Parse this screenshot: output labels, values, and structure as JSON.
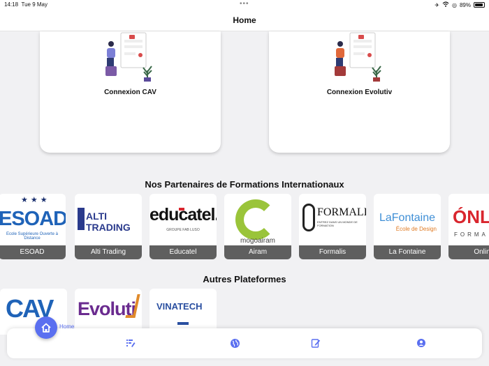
{
  "status": {
    "time": "14:18",
    "date": "Tue 9 May",
    "battery": "89%",
    "battery_level": 0.89
  },
  "nav": {
    "title": "Home"
  },
  "login_cards": [
    {
      "label": "Connexion CAV"
    },
    {
      "label": "Connexion Evolutiv"
    }
  ],
  "partners_title": "Nos Partenaires de Formations Internationaux",
  "partners": [
    {
      "name": "ESOAD",
      "logo_text": "ESOAD",
      "logo_sub": "Ecole Supérieure Ouverte à Distance"
    },
    {
      "name": "Alti Trading",
      "logo_text": "ALTI TRADING"
    },
    {
      "name": "Educatel",
      "logo_text": "educatel.",
      "logo_sub": "GROUPE FAB LUSO"
    },
    {
      "name": "Airam",
      "logo_text": "mogoairam"
    },
    {
      "name": "Formalis",
      "logo_text": "FORMALIS",
      "logo_sub": "ENTREZ DANS UN MONDE DE FORMATION"
    },
    {
      "name": "La Fontaine",
      "logo_text": "LaFontaine",
      "logo_sub": "École de Design"
    },
    {
      "name": "Onlin",
      "logo_text": "ÓNLI",
      "logo_sub": "FORMA"
    }
  ],
  "other_title": "Autres Plateformes",
  "platforms": [
    {
      "logo_text": "CAV"
    },
    {
      "logo_text": "Evoluti"
    },
    {
      "logo_text": "VINATECH"
    }
  ],
  "tabbar": {
    "home_label": "Home"
  },
  "colors": {
    "accent": "#5a6ff0",
    "esoad_blue": "#1f63b8",
    "educatel_red": "#d9262e",
    "airam_green": "#9ac43a",
    "fontaine_blue": "#3f8fd6",
    "evolutiv_purple": "#6a2b8f"
  }
}
